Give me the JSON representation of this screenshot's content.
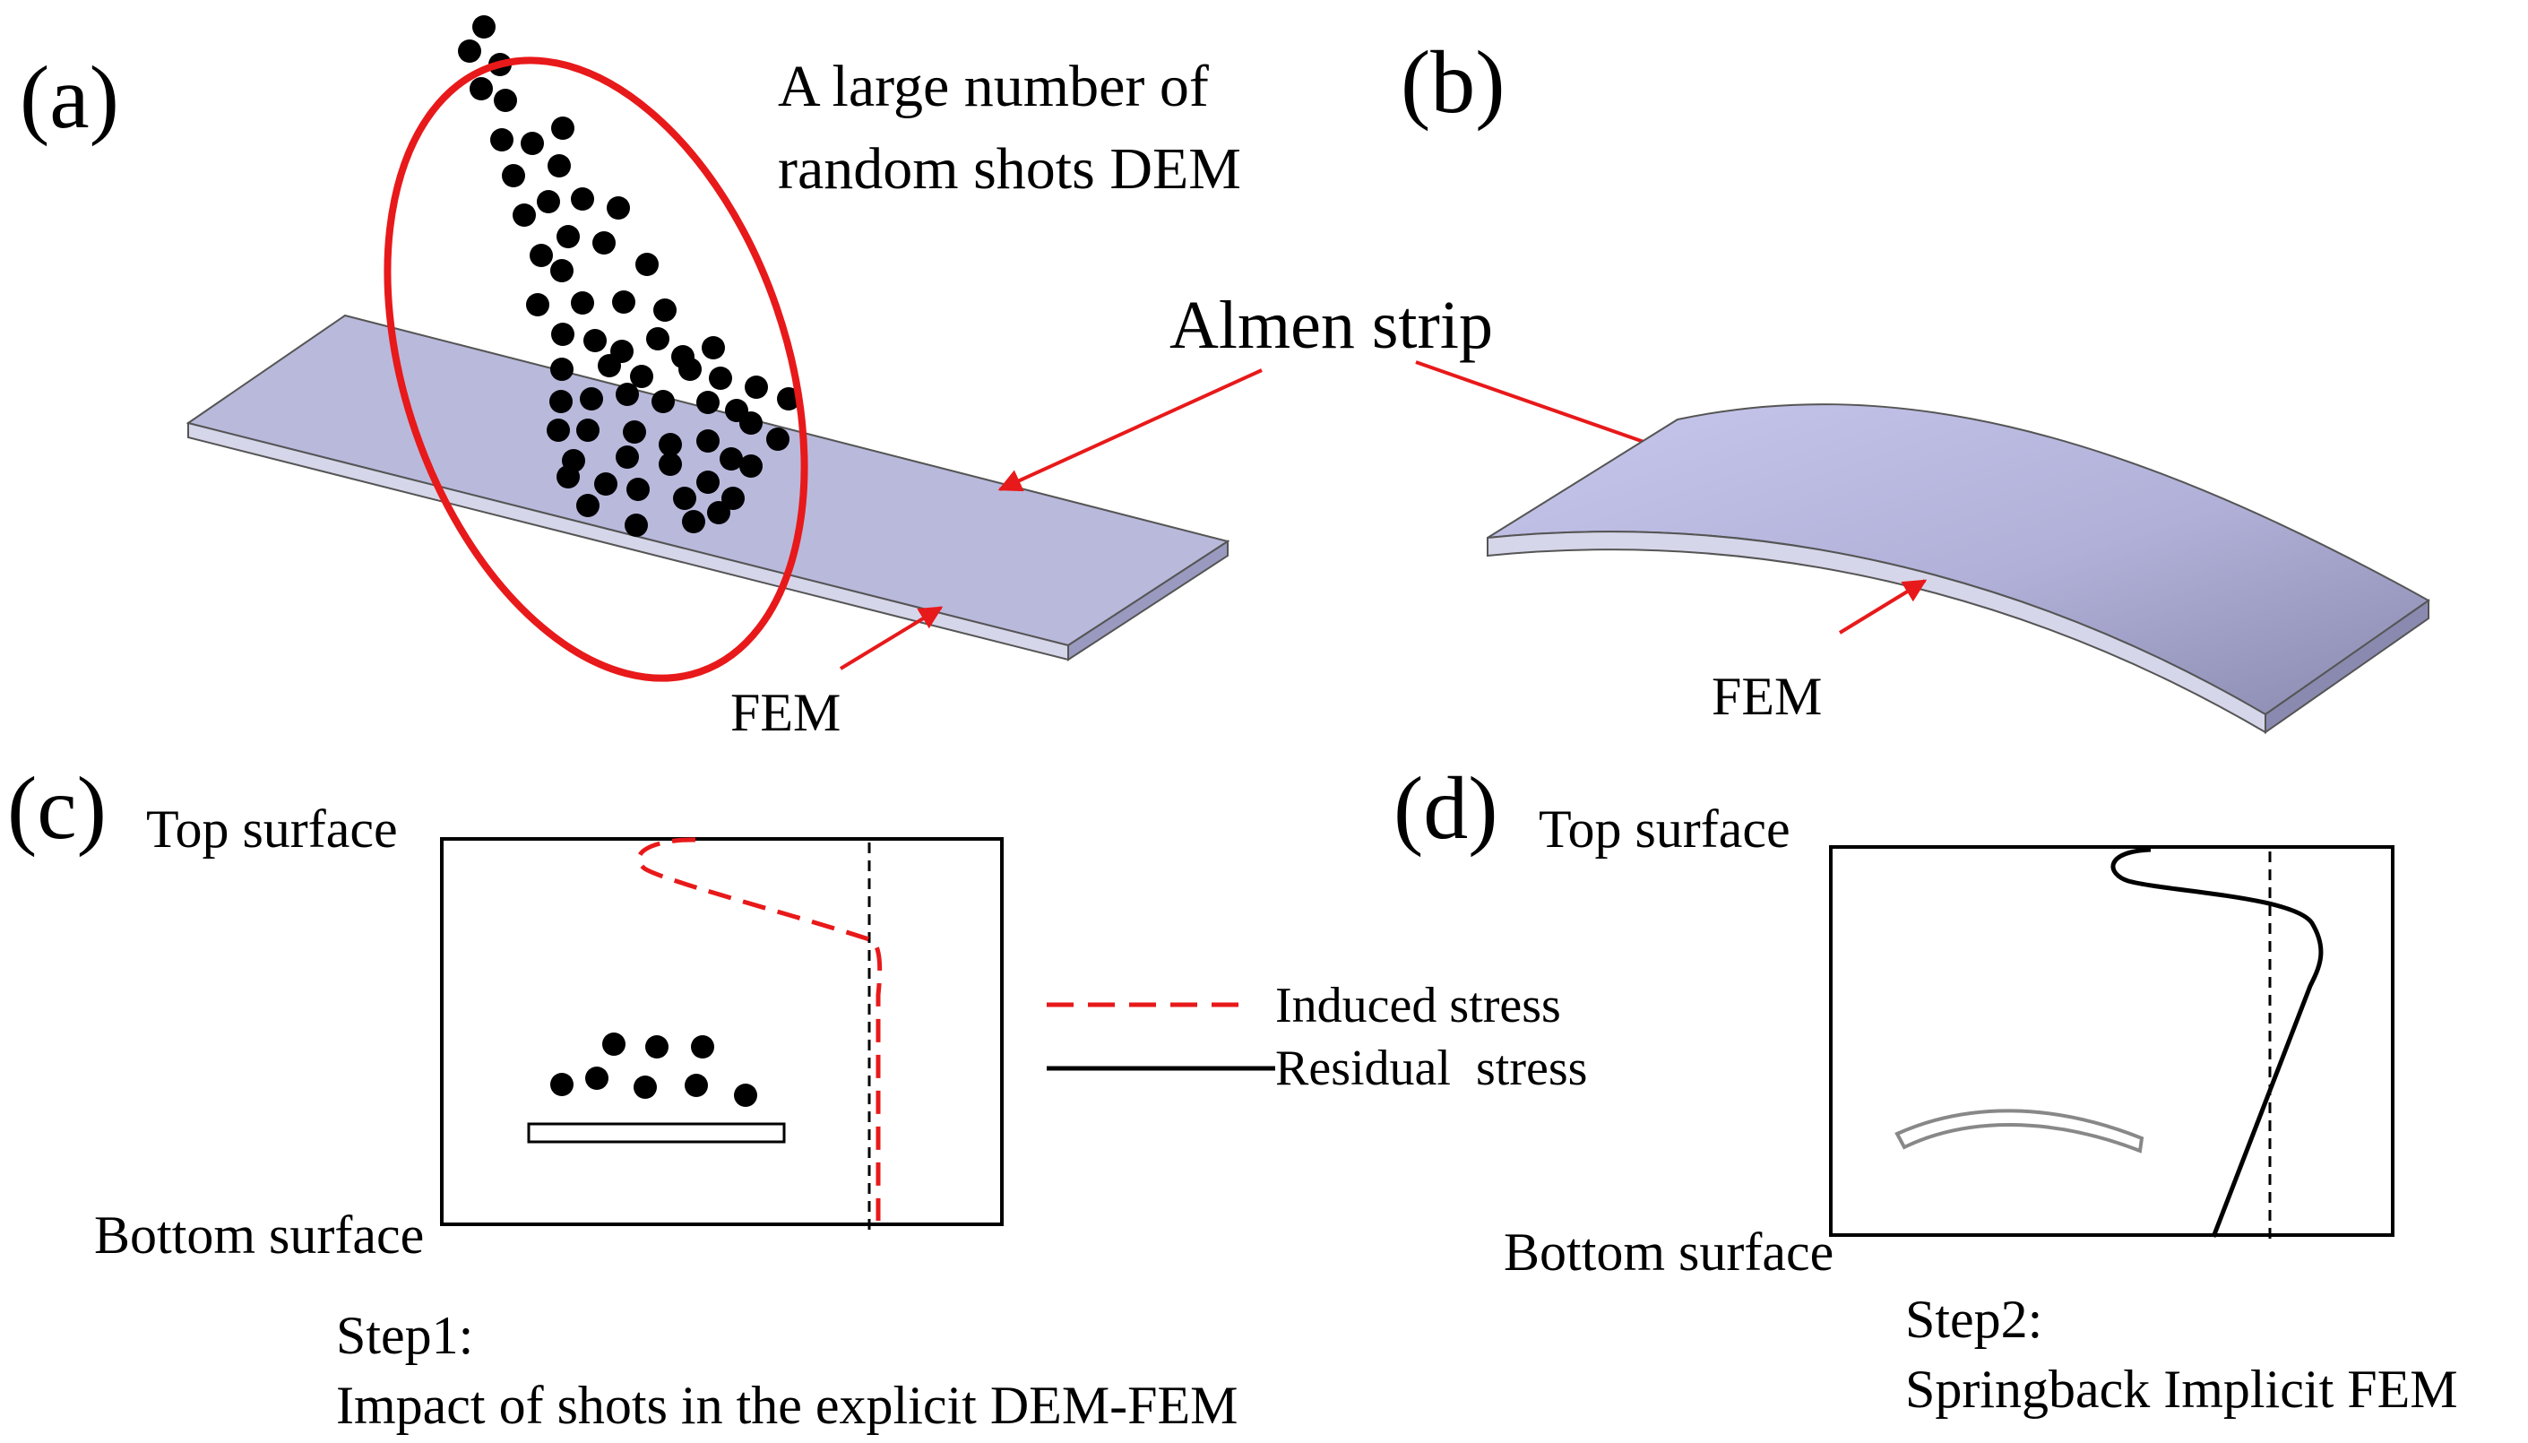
{
  "panel_a": {
    "label": "(a)",
    "dem_text_line1": "A large number of",
    "dem_text_line2": "random shots DEM",
    "fem_label": "FEM"
  },
  "almen_label": "Almen strip",
  "panel_b": {
    "label": "(b)",
    "fem_label": "FEM"
  },
  "panel_c": {
    "label": "(c)",
    "top_label": "Top surface",
    "bottom_label": "Bottom surface",
    "step_line1": "Step1:",
    "step_line2": "Impact of shots in the explicit DEM-FEM"
  },
  "panel_d": {
    "label": "(d)",
    "top_label": "Top surface",
    "bottom_label": "Bottom surface",
    "step_line1": "Step2:",
    "step_line2": "Springback Implicit FEM"
  },
  "legend": {
    "induced": "Induced stress",
    "residual": "Residual  stress"
  },
  "colors": {
    "strip_top": "#b9b9dc",
    "strip_edge": "#9a9ac0",
    "annotation_red": "#e8191a",
    "shot": "#000000"
  }
}
